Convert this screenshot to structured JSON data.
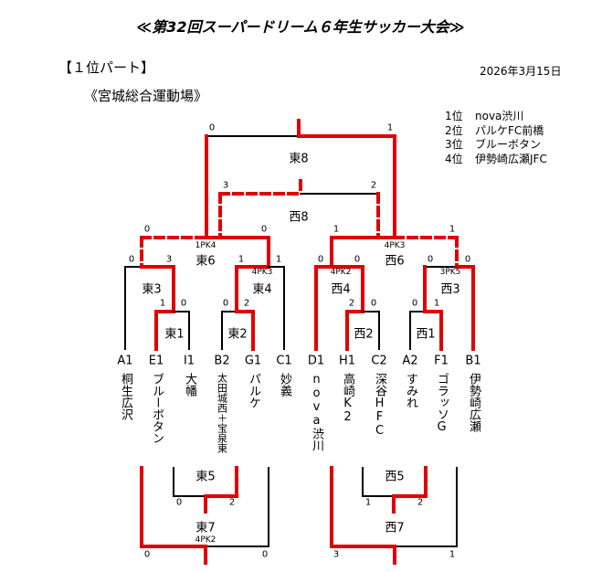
{
  "header": {
    "title": "≪第32回スーパードリーム６年生サッカー大会≫",
    "part": "【１位パート】",
    "date": "2026年3月15日",
    "venue": "《宮城総合運動場》"
  },
  "rankings": [
    {
      "pos": "1位",
      "team": "nova渋川"
    },
    {
      "pos": "2位",
      "team": "パルケFC前橋"
    },
    {
      "pos": "3位",
      "team": "ブルーボタン"
    },
    {
      "pos": "4位",
      "team": "伊勢崎広瀬JFC"
    }
  ],
  "teams": [
    {
      "code": "A1",
      "name": "桐生広沢"
    },
    {
      "code": "E1",
      "name": "ブルーボタン"
    },
    {
      "code": "I1",
      "name": "大幡"
    },
    {
      "code": "B2",
      "name": "太田城西＋宝泉東"
    },
    {
      "code": "G1",
      "name": "パルケ"
    },
    {
      "code": "C1",
      "name": "妙義"
    },
    {
      "code": "D1",
      "name": "nova渋川"
    },
    {
      "code": "H1",
      "name": "高崎K2"
    },
    {
      "code": "C2",
      "name": "深谷HFC"
    },
    {
      "code": "A2",
      "name": "すみれ"
    },
    {
      "code": "F1",
      "name": "ゴラッソG"
    },
    {
      "code": "B1",
      "name": "伊勢崎広瀬"
    }
  ],
  "matches": [
    {
      "id": "東1",
      "left": "1",
      "right": "0",
      "pk": ""
    },
    {
      "id": "東2",
      "left": "0",
      "right": "2",
      "pk": ""
    },
    {
      "id": "西2",
      "left": "2",
      "right": "0",
      "pk": ""
    },
    {
      "id": "西1",
      "left": "0",
      "right": "1",
      "pk": ""
    },
    {
      "id": "東3",
      "left": "0",
      "right": "3",
      "pk": ""
    },
    {
      "id": "東4",
      "left": "1",
      "right": "1",
      "pk": "4PK3"
    },
    {
      "id": "西4",
      "left": "0",
      "right": "0",
      "pk": "4PK2"
    },
    {
      "id": "西3",
      "left": "0",
      "right": "0",
      "pk": "3PK5"
    },
    {
      "id": "東6",
      "left": "0",
      "right": "0",
      "pk": "1PK4"
    },
    {
      "id": "西6",
      "left": "1",
      "right": "1",
      "pk": "4PK3"
    },
    {
      "id": "東8",
      "left": "0",
      "right": "1",
      "pk": ""
    },
    {
      "id": "西8",
      "left": "3",
      "right": "2",
      "pk": ""
    },
    {
      "id": "東5",
      "left": "0",
      "right": "2",
      "pk": ""
    },
    {
      "id": "東7",
      "left": "0",
      "right": "0",
      "pk": "4PK2"
    },
    {
      "id": "西5",
      "left": "1",
      "right": "2",
      "pk": ""
    },
    {
      "id": "西7",
      "left": "3",
      "right": "1",
      "pk": ""
    }
  ],
  "colors": {
    "winner": "#e00000",
    "line": "#000000"
  }
}
